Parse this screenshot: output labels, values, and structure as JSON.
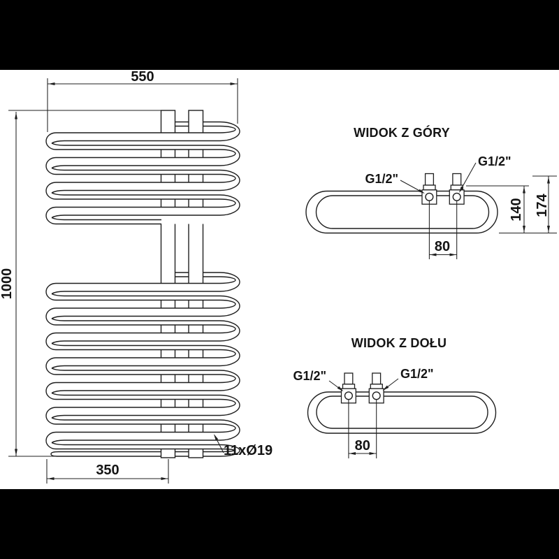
{
  "front_view": {
    "width_dim": "550",
    "height_dim": "1000",
    "bottom_width_dim": "350",
    "tube_count_label": "11xØ19"
  },
  "top_view": {
    "title": "WIDOK Z GÓRY",
    "left_connection_label": "G1/2\"",
    "right_connection_label": "G1/2\"",
    "spacing_dim": "80",
    "depth_dim": "140",
    "total_depth_dim": "174"
  },
  "bottom_view": {
    "title": "WIDOK Z DOŁU",
    "left_connection_label": "G1/2\"",
    "right_connection_label": "G1/2\"",
    "spacing_dim": "80"
  },
  "colors": {
    "line": "#1f1f1f",
    "sheet": "#ffffff",
    "canvas": "#000000"
  }
}
